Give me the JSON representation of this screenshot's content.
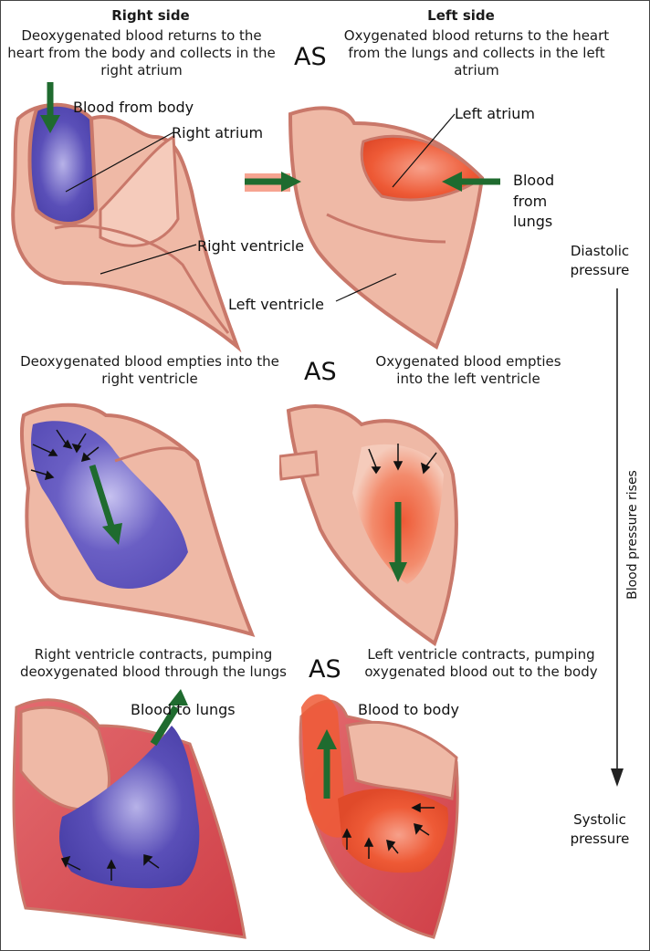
{
  "columns": {
    "right": "Right side",
    "left": "Left side"
  },
  "as_label": "AS",
  "row1": {
    "right_text": "Deoxygenated blood returns to the heart from the body and collects in the right atrium",
    "left_text": "Oxygenated blood returns to the heart from the lungs and collects in the left atrium",
    "labels": {
      "blood_from_body": "Blood from body",
      "right_atrium": "Right atrium",
      "right_ventricle": "Right ventricle",
      "left_atrium": "Left  atrium",
      "blood_from_lungs_1": "Blood",
      "blood_from_lungs_2": "from",
      "blood_from_lungs_3": "lungs",
      "left_ventricle": "Left ventricle"
    }
  },
  "row2": {
    "right_text": "Deoxygenated blood empties into the right ventricle",
    "left_text": "Oxygenated blood empties into the left ventricle"
  },
  "row3": {
    "right_text": "Right ventricle contracts, pumping deoxygenated blood through the lungs",
    "left_text": "Left ventricle contracts, pumping oxygenated blood out to the body",
    "labels": {
      "blood_to_lungs": "Blood to lungs",
      "blood_to_body": "Blood to body"
    }
  },
  "pressure": {
    "diastolic_1": "Diastolic",
    "diastolic_2": "pressure",
    "rises": "Blood pressure rises",
    "systolic_1": "Systolic",
    "systolic_2": "pressure"
  },
  "colors": {
    "tissue": "#efb9a6",
    "tissue_edge": "#c9786a",
    "deoxygenated": "#5a4fb8",
    "oxygenated": "#ee5a36",
    "arrow_green": "#1f6b2f",
    "muscle": "#d65058"
  }
}
